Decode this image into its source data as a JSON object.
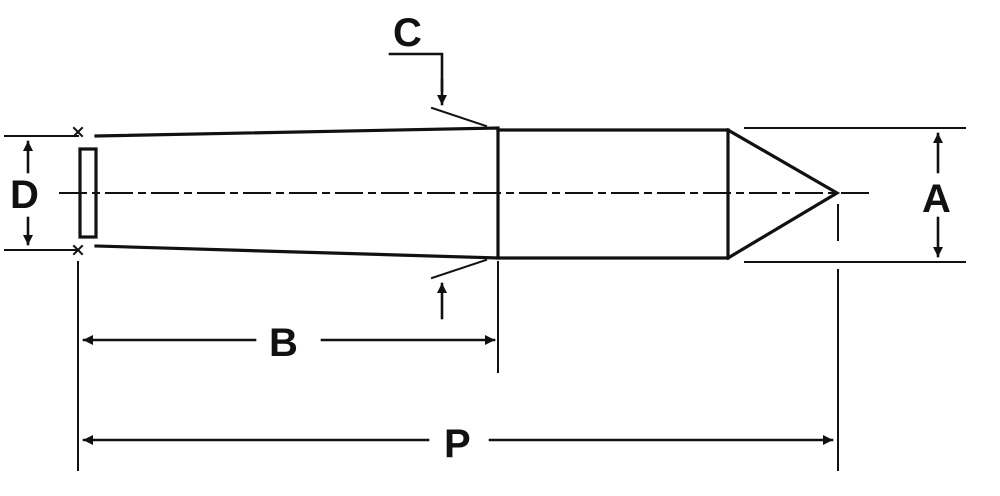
{
  "labels": {
    "c": "C",
    "d": "D",
    "a": "A",
    "b": "B",
    "p": "P"
  },
  "colors": {
    "line": "#111111",
    "background": "#ffffff"
  }
}
